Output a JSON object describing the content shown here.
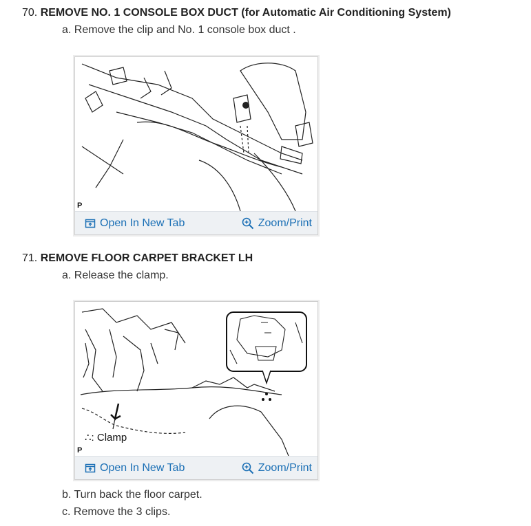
{
  "steps": [
    {
      "number": "70.",
      "title": "REMOVE NO. 1 CONSOLE BOX DUCT (for Automatic Air Conditioning System)",
      "substeps": [
        "a. Remove the clip and No. 1 console box duct ."
      ],
      "figure": {
        "plabel": "P",
        "open_label": "Open In New Tab",
        "zoom_label": "Zoom/Print"
      }
    },
    {
      "number": "71.",
      "title": "REMOVE FLOOR CARPET BRACKET LH",
      "substeps": [
        "a. Release the clamp.",
        "b. Turn back the floor carpet.",
        "c. Remove the 3 clips."
      ],
      "figure": {
        "plabel": "P",
        "clamp_label": "∴: Clamp",
        "open_label": "Open In New Tab",
        "zoom_label": "Zoom/Print"
      }
    }
  ]
}
